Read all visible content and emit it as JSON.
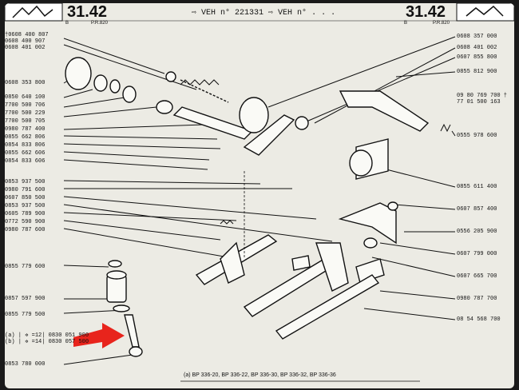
{
  "header": {
    "page_left": "31.42",
    "page_right": "31.42",
    "sub_left_b": "B",
    "sub_left_pr": "P.R.820",
    "sub_right_b": "B",
    "sub_right_pr": "P.R.820",
    "veh_text": "⇨ VEH n° 221331 ⇨ VEH n° . . ."
  },
  "left_labels": [
    "†0608 400 807",
    "0608 400 907",
    "0608 401 002",
    "0608 353 800",
    "0850 640 100",
    "7700 500 706",
    "7700 500 229",
    "7700 500 705",
    "0980 787 400",
    "0855 662 806",
    "0854 833 806",
    "0855 662 606",
    "0854 833 606",
    "0853 937 500",
    "0980 791 600",
    "0607 850 500",
    "0853 937 500",
    "0605 789 900",
    "0772 590 900",
    "0980 787 600",
    "0855 779 600",
    "0857 597 900",
    "0855 779 500",
    "(a) | ✲ =12| 0830 051 900",
    "(b) | ✲ =14| 0830 057 500",
    "0853 780 000"
  ],
  "right_labels": [
    "0608 357 000",
    "0608 401 002",
    "0607 855 800",
    "0855 812 900",
    "09 80 769 700 †",
    "77 01 500 163",
    "0555 978 600",
    "0855 611 400",
    "0607 857 400",
    "0556 205 900",
    "0607 799 000",
    "0607 665 700",
    "0980 787 700",
    "08 54 568 700"
  ],
  "footer": {
    "text": "(a) BP 336-20, BP 336-22, BP 336-30, BP 336-32, BP 336-36"
  },
  "colors": {
    "paper": "#ecebe4",
    "ink": "#111111",
    "arrow": "#e8241c"
  }
}
